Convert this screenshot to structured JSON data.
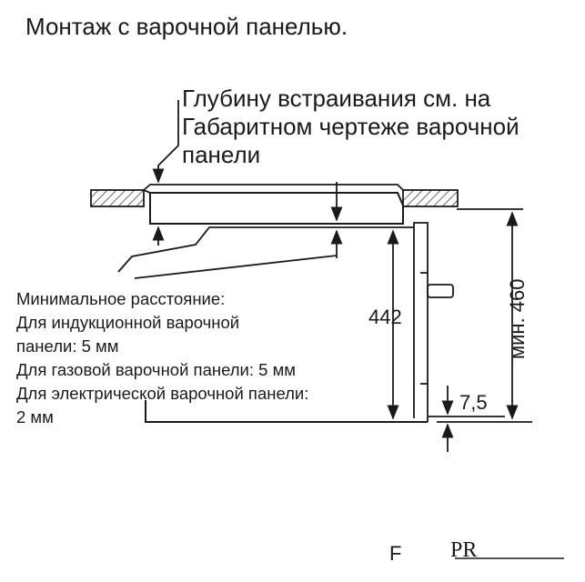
{
  "title": "Монтаж с варочной панелью.",
  "depth_note": [
    "Глубину встраивания см. на",
    "Габаритном чертеже варочной",
    "панели"
  ],
  "min_clearance": [
    "Минимальное расстояние:",
    "Для индукционной варочной",
    "панели: 5 мм",
    "Для газовой варочной панели: 5 мм",
    "Для электрической варочной панели:",
    "2 мм"
  ],
  "dimensions": {
    "height_442": "442",
    "min_460": "мин. 460",
    "gap_7_5": "7,5"
  },
  "footer": {
    "letter": "F",
    "logo": "PR"
  },
  "colors": {
    "line": "#1a1a1a",
    "hatch": "#1a1a1a"
  }
}
